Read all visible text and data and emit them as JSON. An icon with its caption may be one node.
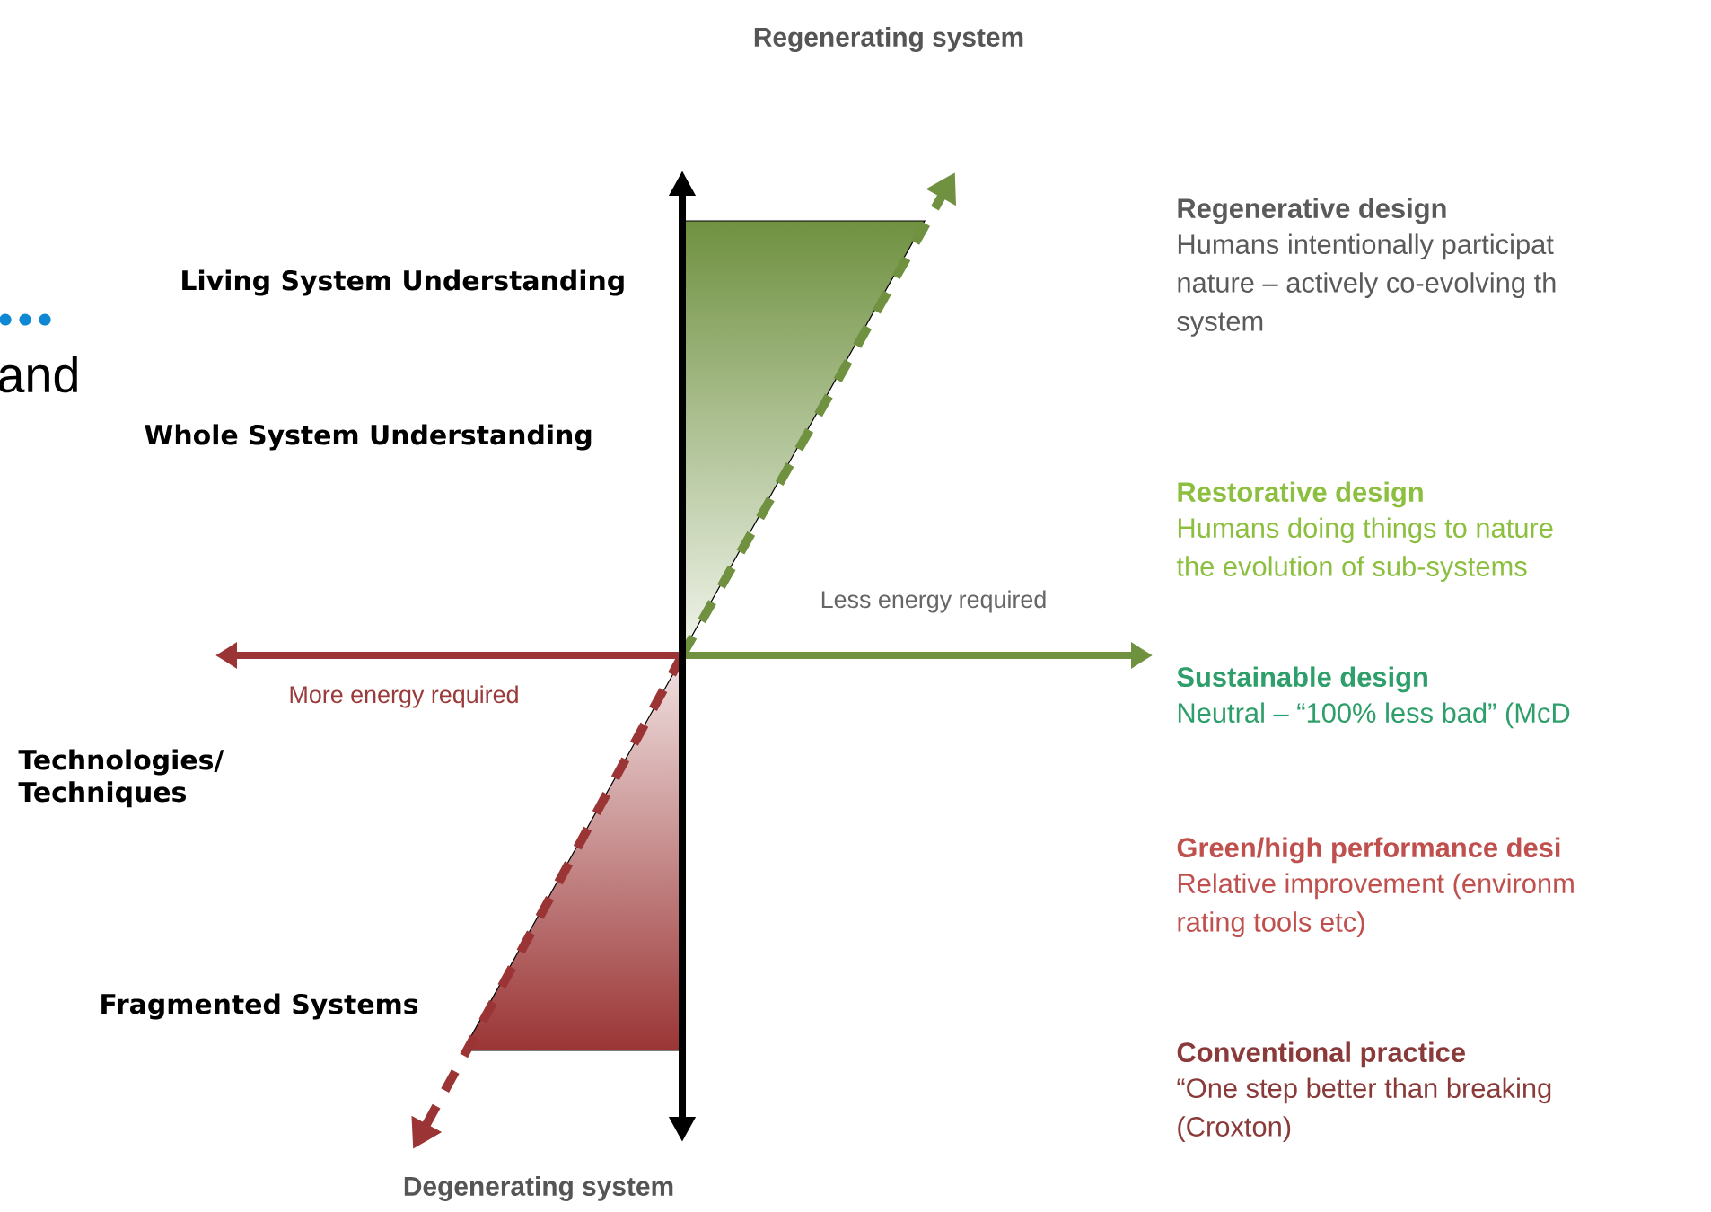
{
  "diagram": {
    "labels": [
      "Regenerating system",
      "Regenerative design",
      "Humans intentionally participat nature – actively co-evolving th system",
      "Living System Understanding",
      "and",
      "Whole System Understanding",
      "Restorative design",
      "Humans doing things to nature the evolution of sub-systems",
      "Less energy required",
      "More energy required",
      "Sustainable design",
      "Neutral – “100% less bad” (McD",
      "Technologies/ Techniques",
      "Green/high performance desi",
      "Relative improvement (environm rating tools etc)",
      "Fragmented Systems",
      "Conventional practice",
      "“One step better than breaking (Croxton)",
      "Degenerating system"
    ]
  }
}
